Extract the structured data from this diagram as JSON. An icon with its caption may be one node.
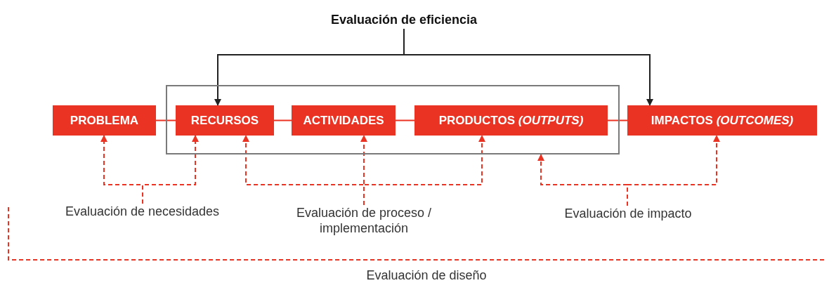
{
  "diagram": {
    "nodes": [
      {
        "text": [
          "PROBLEMA"
        ]
      },
      {
        "text": [],
        "shape": "box"
      },
      {
        "text": [
          "RECURSOS"
        ],
        "in": 1
      },
      {
        "text": [
          "ACTIVIDADES"
        ],
        "in": 1
      },
      {
        "text": [
          "PRODUCTOS *(OUTPUTS)*"
        ],
        "in": 1
      },
      {
        "text": [
          "IMPACTOS *(OUTCOMES)*"
        ]
      },
      {
        "text": [
          "Evaluación de eficiencia"
        ]
      },
      {
        "text": [
          "Evaluación de necesidades"
        ]
      },
      {
        "text": [
          "Evaluación de proceso / implementación"
        ]
      },
      {
        "text": [
          "Evaluación de impacto"
        ]
      }
    ],
    "edges": [
      {
        "from": 0,
        "to": 2,
        "arrow": "none"
      },
      {
        "from": 2,
        "to": 3,
        "arrow": "none"
      },
      {
        "from": 3,
        "to": 4,
        "arrow": "none"
      },
      {
        "from": 4,
        "to": 5,
        "arrow": "none"
      },
      {
        "from": 6,
        "to": 2,
        "arrow": "to",
        "color": "#222222"
      },
      {
        "from": 6,
        "to": 5,
        "arrow": "to",
        "color": "#222222"
      },
      {
        "from": 7,
        "to": 0,
        "arrow": "to",
        "style": "dashed"
      },
      {
        "from": 7,
        "to": 2,
        "arrow": "to",
        "style": "dashed"
      },
      {
        "from": 8,
        "to": 2,
        "arrow": "to",
        "style": "dashed"
      },
      {
        "from": 8,
        "to": 3,
        "arrow": "to",
        "style": "dashed"
      },
      {
        "from": 8,
        "to": 4,
        "arrow": "to",
        "style": "dashed"
      },
      {
        "from": 9,
        "to": 1,
        "arrow": "to",
        "style": "dashed"
      },
      {
        "from": 9,
        "to": 5,
        "arrow": "to",
        "style": "dashed"
      }
    ],
    "labels": [
      "Evaluación de diseño"
    ]
  }
}
